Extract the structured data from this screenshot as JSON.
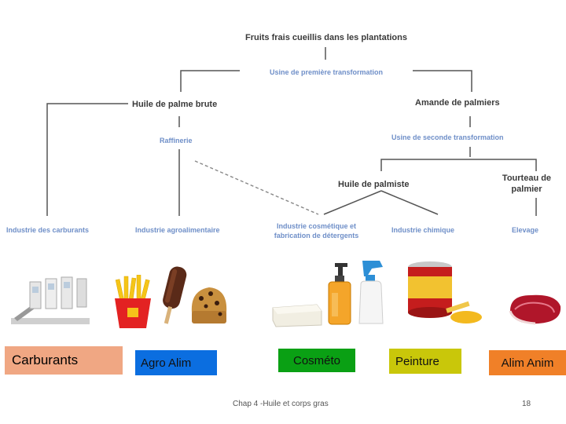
{
  "diagram": {
    "top": "Fruits frais cueillis dans les plantations",
    "first_process": "Usine de première transformation",
    "crude_oil": "Huile de palme brute",
    "kernels": "Amande de palmiers",
    "refinery": "Raffinerie",
    "second_process": "Usine de seconde transformation",
    "kernel_oil": "Huile de palmiste",
    "cake_line1": "Tourteau de",
    "cake_line2": "palmier",
    "industries": {
      "fuel": "Industrie des carburants",
      "agrifood": "Industrie agroalimentaire",
      "cosmetic_line1": "Industrie cosmétique et",
      "cosmetic_line2": "fabrication de détergents",
      "chemical": "Industrie chimique",
      "livestock": "Elevage"
    }
  },
  "tags": [
    {
      "label": "Carburants",
      "color": "#f0a783"
    },
    {
      "label": "Agro Alim",
      "color": "#0b6ee0"
    },
    {
      "label": "Cosméto",
      "color": "#0aa014"
    },
    {
      "label": "Peinture",
      "color": "#c9c70a"
    },
    {
      "label": "Alim Anim",
      "color": "#f08028"
    }
  ],
  "footer": {
    "caption": "Chap 4 -Huile et corps gras",
    "page": "18"
  },
  "icons": [
    "fuel-pumps-icon",
    "fries-icon",
    "ice-cream-icon",
    "cookie-icon",
    "soap-icon",
    "soap-dispenser-icon",
    "spray-bottle-icon",
    "paint-can-icon",
    "meat-icon"
  ]
}
